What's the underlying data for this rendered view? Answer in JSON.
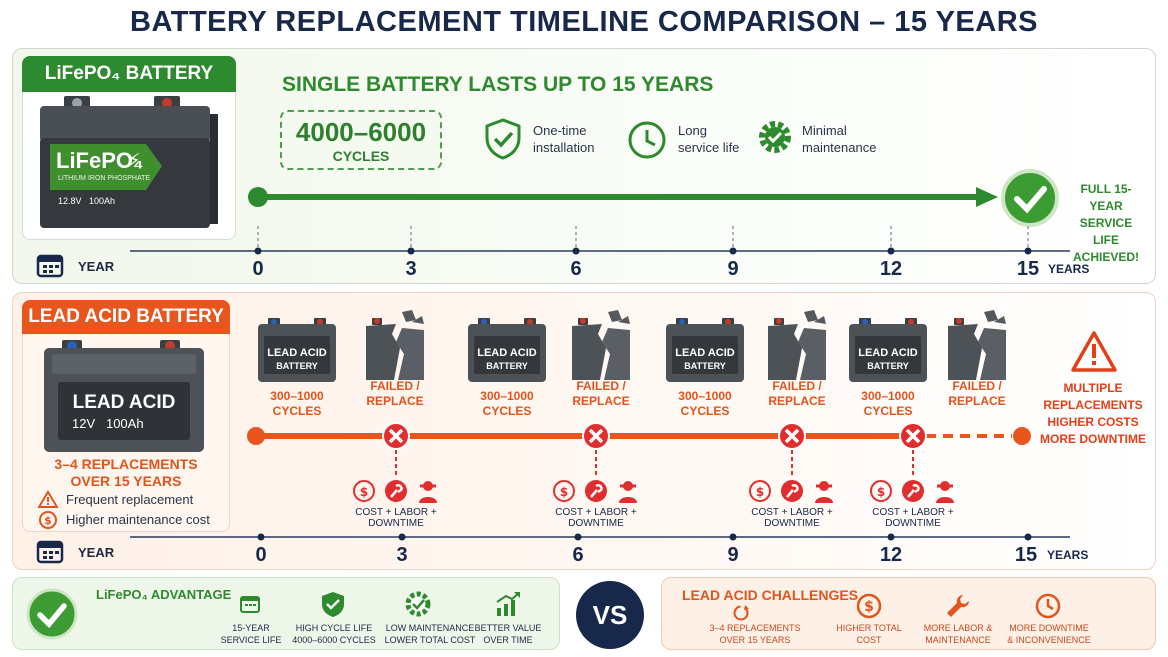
{
  "title": "BATTERY REPLACEMENT TIMELINE COMPARISON – 15 YEARS",
  "lifepo4": {
    "tag": "LiFePO₄ BATTERY",
    "battery_brand": "LiFePO₄",
    "battery_sub": "LITHIUM IRON PHOSPHATE",
    "battery_spec": "12.8V   100Ah",
    "headline": "SINGLE BATTERY LASTS UP TO 15 YEARS",
    "cycles_value": "4000–6000",
    "cycles_label": "CYCLES",
    "features": [
      {
        "icon": "shield-check-icon",
        "line1": "One-time",
        "line2": "installation"
      },
      {
        "icon": "clock-icon",
        "line1": "Long",
        "line2": "service life"
      },
      {
        "icon": "gear-check-icon",
        "line1": "Minimal",
        "line2": "maintenance"
      }
    ],
    "result_line1": "FULL 15-YEAR",
    "result_line2": "SERVICE LIFE",
    "result_line3": "ACHIEVED!"
  },
  "axis": {
    "label": "YEAR",
    "ticks": [
      "0",
      "3",
      "6",
      "9",
      "12",
      "15"
    ],
    "end_word": "YEARS"
  },
  "lead": {
    "tag": "LEAD ACID BATTERY",
    "battery_brand": "LEAD ACID",
    "battery_spec": "12V   100Ah",
    "replacements_line1": "3–4 REPLACEMENTS",
    "replacements_line2": "OVER 15 YEARS",
    "notes": [
      {
        "icon": "warning-icon",
        "text": "Frequent replacement"
      },
      {
        "icon": "dollar-icon",
        "text": "Higher maintenance cost"
      }
    ],
    "battery_name_line1": "LEAD ACID",
    "battery_name_line2": "BATTERY",
    "cycles": "300–1000",
    "cycles_word": "CYCLES",
    "failed_line1": "FAILED /",
    "failed_line2": "REPLACE",
    "cost_text": "COST + LABOR + DOWNTIME",
    "warn_line1": "MULTIPLE",
    "warn_line2": "REPLACEMENTS",
    "warn_line3": "HIGHER COSTS",
    "warn_line4": "MORE DOWNTIME"
  },
  "advantage": {
    "title": "LiFePO₄ ADVANTAGE",
    "items": [
      {
        "icon": "calendar-icon",
        "line1": "15-YEAR",
        "line2": "SERVICE LIFE"
      },
      {
        "icon": "shield-check-icon",
        "line1": "HIGH CYCLE LIFE",
        "line2": "4000–6000 CYCLES"
      },
      {
        "icon": "gear-check-icon",
        "line1": "LOW MAINTENANCE",
        "line2": "LOWER TOTAL COST"
      },
      {
        "icon": "growth-chart-icon",
        "line1": "BETTER VALUE",
        "line2": "OVER TIME"
      }
    ]
  },
  "vs": "VS",
  "challenges": {
    "title": "LEAD ACID CHALLENGES",
    "items": [
      {
        "icon": "refresh-icon",
        "line1": "3–4 REPLACEMENTS",
        "line2": "OVER 15 YEARS"
      },
      {
        "icon": "dollar-icon",
        "line1": "HIGHER TOTAL",
        "line2": "COST"
      },
      {
        "icon": "wrench-icon",
        "line1": "MORE LABOR &",
        "line2": "MAINTENANCE"
      },
      {
        "icon": "clock-icon",
        "line1": "MORE DOWNTIME",
        "line2": "& INCONVENIENCE"
      }
    ]
  }
}
